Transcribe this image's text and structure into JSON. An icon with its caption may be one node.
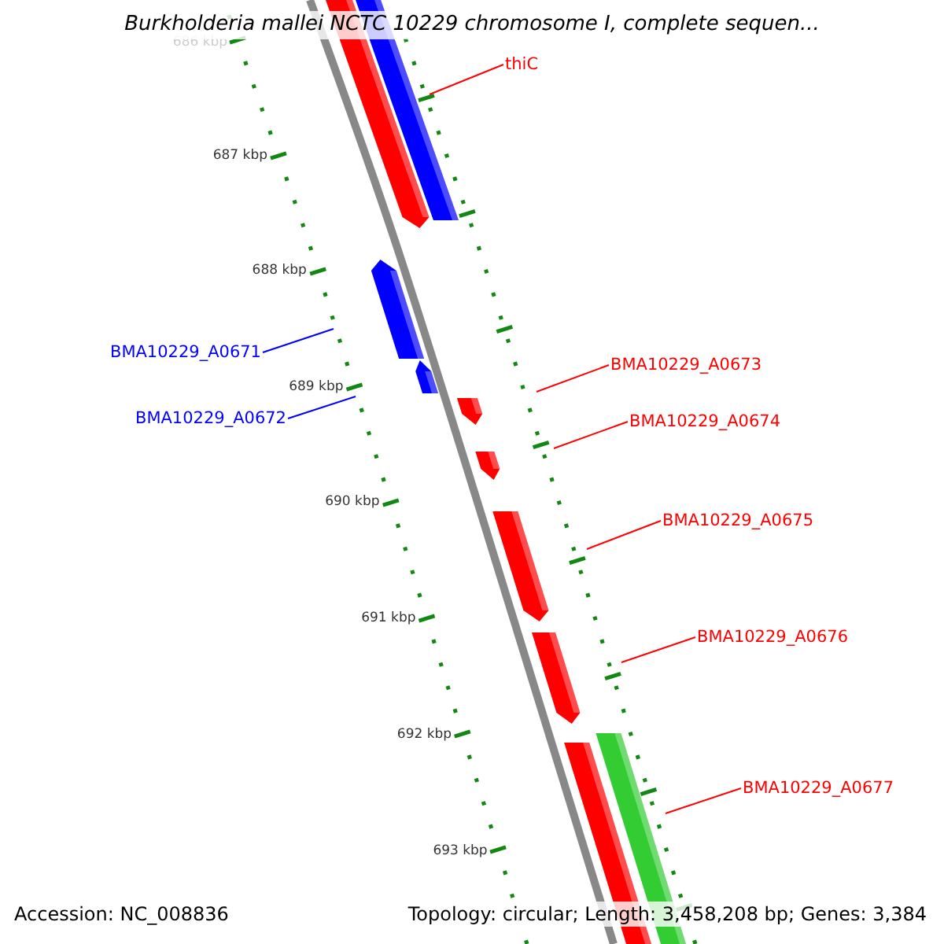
{
  "diagram": {
    "title": "Burkholderia mallei NCTC 10229 chromosome I, complete sequen...",
    "nodes": [
      {
        "text": [
          "thiC"
        ]
      },
      {
        "text": [
          "BMA10229_A0671"
        ]
      },
      {
        "text": [
          "BMA10229_A0673"
        ]
      },
      {
        "text": [
          "BMA10229_A0672"
        ]
      },
      {
        "text": [
          "BMA10229_A0674"
        ]
      },
      {
        "text": [
          "BMA10229_A0675"
        ]
      },
      {
        "text": [
          "BMA10229_A0676"
        ]
      },
      {
        "text": [
          "BMA10229_A0677"
        ]
      }
    ],
    "edges": [
      {
        "from": 0,
        "to": null,
        "arrow": "none"
      },
      {
        "from": 1,
        "to": null,
        "arrow": "none",
        "color": "#0000ff"
      },
      {
        "from": 2,
        "to": null,
        "arrow": "none"
      },
      {
        "from": 3,
        "to": null,
        "arrow": "none",
        "color": "#0000ff"
      },
      {
        "from": 4,
        "to": null,
        "arrow": "none"
      },
      {
        "from": 5,
        "to": null,
        "arrow": "none"
      },
      {
        "from": 6,
        "to": null,
        "arrow": "none"
      },
      {
        "from": 7,
        "to": null,
        "arrow": "none"
      }
    ],
    "labels": [
      "686 kbp",
      "687 kbp",
      "688 kbp",
      "689 kbp",
      "690 kbp",
      "691 kbp",
      "692 kbp",
      "693 kbp",
      "Accession: NC_008836",
      "Topology: circular; Length: 3,458,208 bp; Genes: 3,384"
    ]
  }
}
